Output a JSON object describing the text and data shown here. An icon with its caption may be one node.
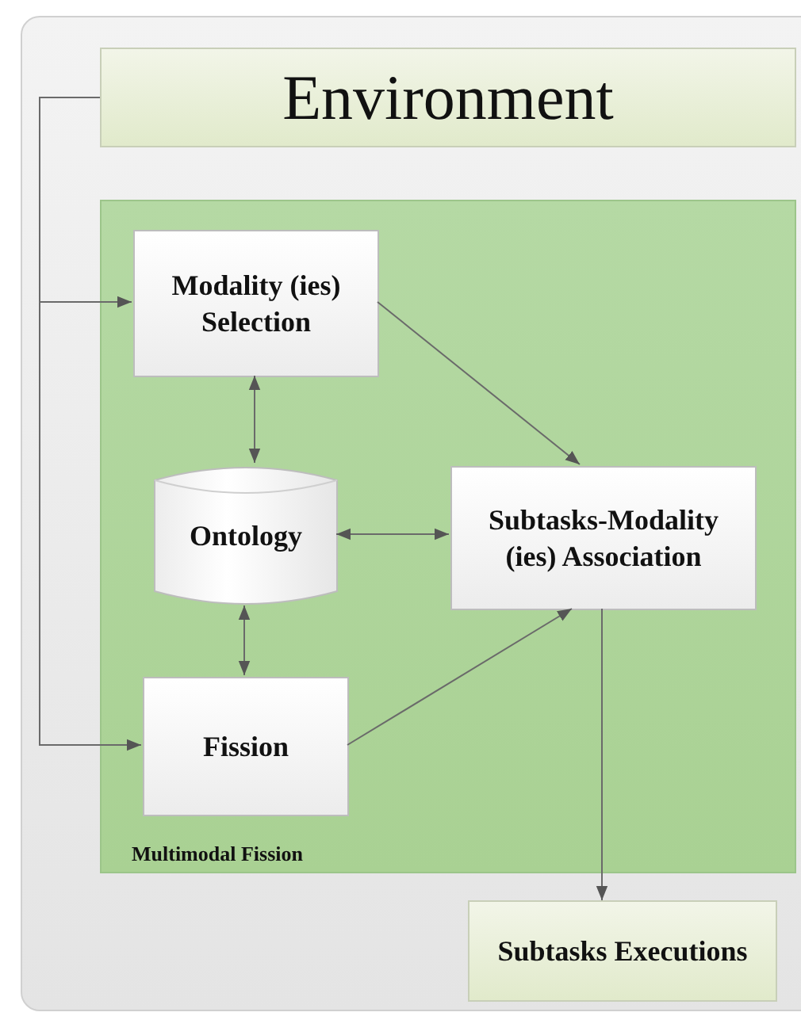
{
  "diagram": {
    "nodes": [
      {
        "text": [
          "Environment"
        ]
      },
      {
        "text": [
          "Multimodal Fission"
        ]
      },
      {
        "text": [
          "Modality (ies) Selection"
        ],
        "in": 1
      },
      {
        "text": [
          "Ontology"
        ],
        "in": 1
      },
      {
        "text": [
          "Subtasks-Modality (ies) Association"
        ],
        "in": 1
      },
      {
        "text": [
          "Fission"
        ],
        "in": 1
      },
      {
        "text": [
          "Subtasks Executions"
        ]
      }
    ],
    "edges": [
      {
        "from": 0,
        "to": 2,
        "arrow": "to"
      },
      {
        "from": 0,
        "to": 5,
        "arrow": "to"
      },
      {
        "from": 2,
        "to": 4,
        "arrow": "to"
      },
      {
        "from": 2,
        "to": 3,
        "arrow": "both"
      },
      {
        "from": 3,
        "to": 4,
        "arrow": "both"
      },
      {
        "from": 3,
        "to": 5,
        "arrow": "both"
      },
      {
        "from": 5,
        "to": 4,
        "arrow": "to"
      },
      {
        "from": 4,
        "to": 6,
        "arrow": "to"
      }
    ]
  }
}
